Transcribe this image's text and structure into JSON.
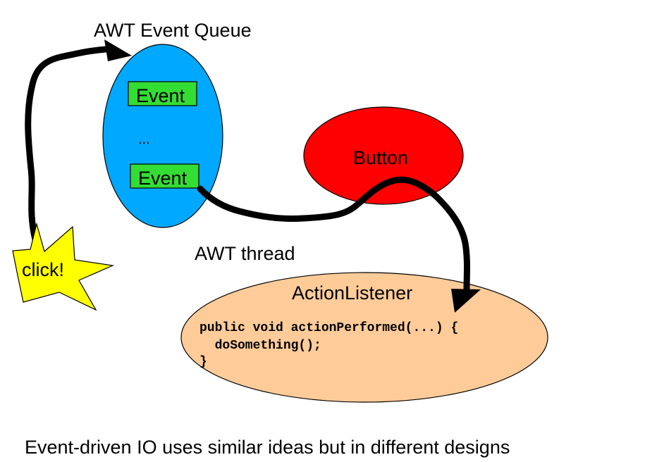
{
  "labels": {
    "queue_title": "AWT Event Queue",
    "event_top": "Event",
    "ellipsis": "...",
    "event_bottom": "Event",
    "button": "Button",
    "awt_thread": "AWT thread",
    "action_listener": "ActionListener",
    "click": "click!",
    "footer": "Event-driven IO uses similar ideas but in different designs"
  },
  "code": {
    "line1": "public void actionPerformed(...) {",
    "line2": "  doSomething();",
    "line3": "}"
  },
  "colors": {
    "queue_fill": "#00a8ff",
    "event_fill": "#33dd33",
    "button_fill": "#ff0000",
    "listener_fill": "#ffcc99",
    "star_fill": "#ffff00",
    "arrow": "#000000"
  }
}
